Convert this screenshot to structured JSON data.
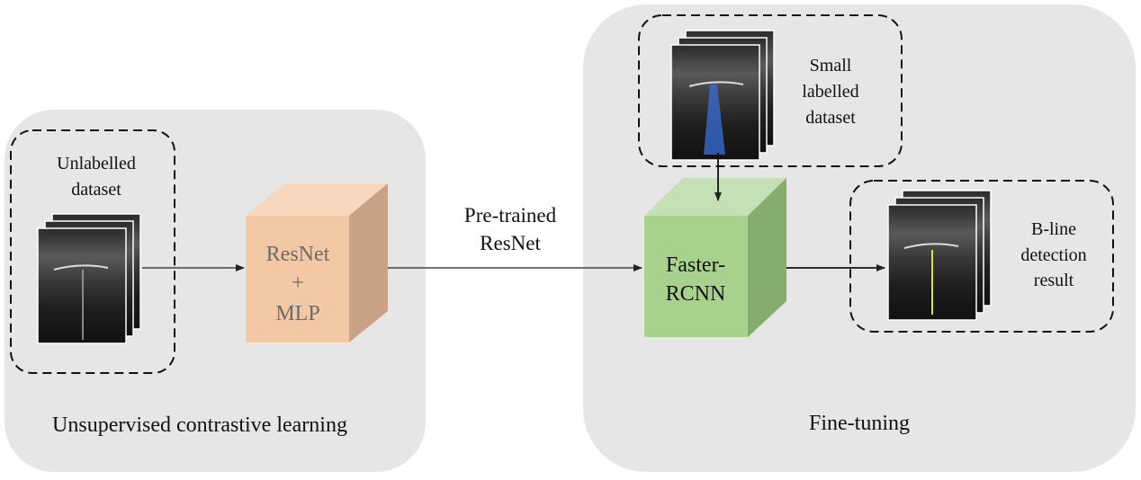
{
  "panels": {
    "left": {
      "caption": "Unsupervised contrastive learning"
    },
    "right": {
      "caption": "Fine-tuning"
    }
  },
  "datasets": {
    "unlabelled": {
      "line1": "Unlabelled",
      "line2": "dataset"
    },
    "labelled": {
      "line1": "Small",
      "line2": "labelled",
      "line3": "dataset"
    },
    "result": {
      "line1": "B-line",
      "line2": "detection",
      "line3": "result"
    }
  },
  "models": {
    "resnet_mlp": {
      "line1": "ResNet",
      "line2": "+",
      "line3": "MLP"
    },
    "faster_rcnn": {
      "line1": "Faster-",
      "line2": "RCNN"
    }
  },
  "transfer": {
    "line1": "Pre-trained",
    "line2": "ResNet"
  },
  "colors": {
    "panel_bg": "#e6e6e6",
    "resnet_front": "#f3c8a5",
    "resnet_top": "#f7d8bf",
    "resnet_side": "#c9a184",
    "resnet_text": "#6b6b6b",
    "rcnn_front": "#a9d18e",
    "rcnn_top": "#c5e0b4",
    "rcnn_side": "#86ad6d",
    "bbox_overlay": "#3a6fd8",
    "bline_overlay": "#d8e04a"
  }
}
